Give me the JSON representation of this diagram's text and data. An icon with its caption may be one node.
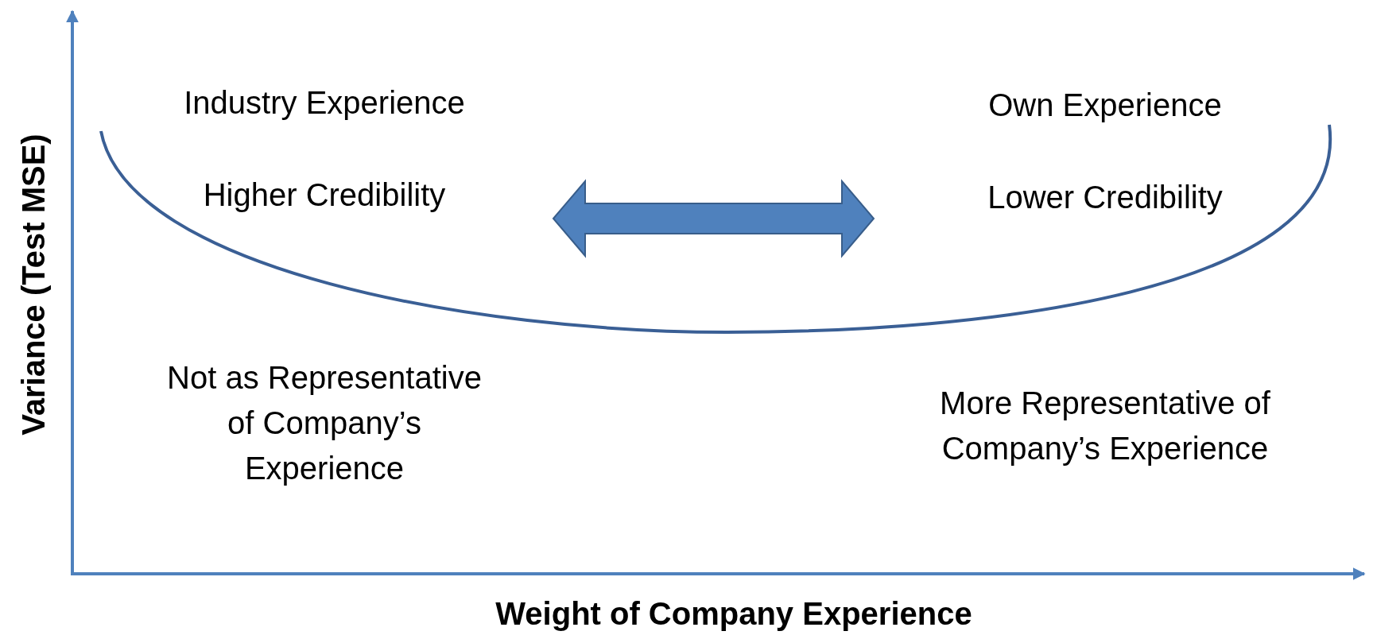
{
  "diagram": {
    "labels": [
      "Industry Experience",
      "Own Experience",
      "Higher Credibility",
      "Lower Credibility",
      "Not as Representative of Company’s Experience",
      "More Representative of Company’s Experience",
      "Variance (Test MSE)",
      "Weight of Company Experience"
    ]
  }
}
